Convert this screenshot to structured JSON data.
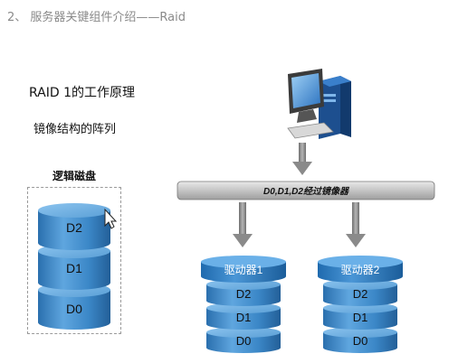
{
  "heading": "2、 服务器关键组件介绍——Raid",
  "title": "RAID 1的工作原理",
  "subtitle": "镜像结构的阵列",
  "logical_disk": {
    "label": "逻辑磁盘",
    "layers": [
      "D2",
      "D1",
      "D0"
    ]
  },
  "mirror_bar": {
    "label": "D0,D1,D2经过镜像器"
  },
  "drives": [
    {
      "name": "驱动器1",
      "layers": [
        "D2",
        "D1",
        "D0"
      ]
    },
    {
      "name": "驱动器2",
      "layers": [
        "D2",
        "D1",
        "D0"
      ]
    }
  ],
  "colors": {
    "cylinder_blue": "#3a86c6",
    "drive_header_blue": "#2f7fc4",
    "bar_gray": "#c9c9c9",
    "arrow_gray": "#8a8a8a"
  },
  "icons": [
    "computer-icon",
    "cursor-icon"
  ]
}
